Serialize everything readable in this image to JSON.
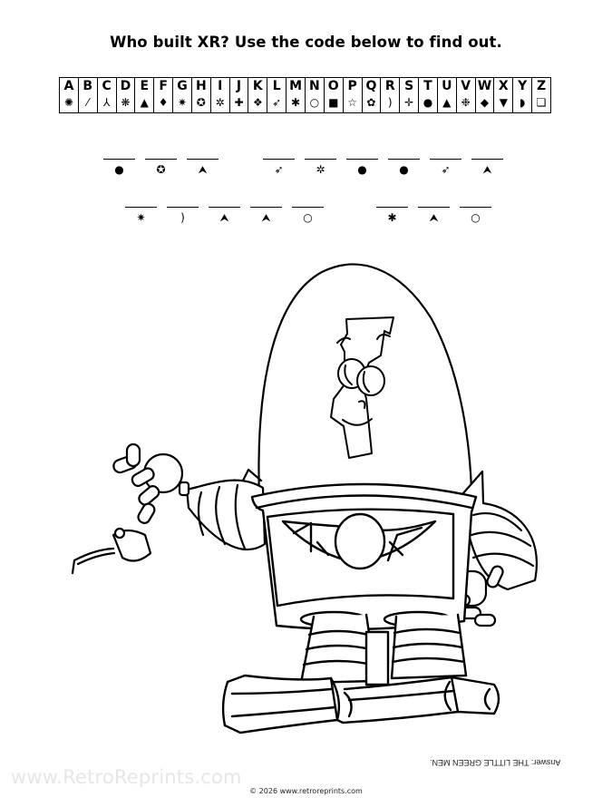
{
  "title": "Who built XR? Use the code below to find out.",
  "code_key": [
    {
      "letter": "A",
      "symbol": "✺",
      "icon": "sunburst-icon"
    },
    {
      "letter": "B",
      "symbol": "⁄",
      "icon": "planet-streak-icon"
    },
    {
      "letter": "C",
      "symbol": "⅄",
      "icon": "tripod-icon"
    },
    {
      "letter": "D",
      "symbol": "❋",
      "icon": "snowflake-asterisk-icon"
    },
    {
      "letter": "E",
      "symbol": "▲",
      "icon": "arrowhead-icon"
    },
    {
      "letter": "F",
      "symbol": "♦",
      "icon": "rhombus-icon"
    },
    {
      "letter": "G",
      "symbol": "✷",
      "icon": "eight-point-star-icon"
    },
    {
      "letter": "H",
      "symbol": "✪",
      "icon": "circled-star-icon"
    },
    {
      "letter": "I",
      "symbol": "✲",
      "icon": "open-asterisk-icon"
    },
    {
      "letter": "J",
      "symbol": "✚",
      "icon": "cross-icon"
    },
    {
      "letter": "K",
      "symbol": "❖",
      "icon": "four-diamond-icon"
    },
    {
      "letter": "L",
      "symbol": "➶",
      "icon": "rocket-icon"
    },
    {
      "letter": "M",
      "symbol": "✱",
      "icon": "heavy-asterisk-icon"
    },
    {
      "letter": "N",
      "symbol": "○",
      "icon": "open-circle-icon"
    },
    {
      "letter": "O",
      "symbol": "■",
      "icon": "filled-square-icon"
    },
    {
      "letter": "P",
      "symbol": "☆",
      "icon": "outline-star-icon"
    },
    {
      "letter": "Q",
      "symbol": "✿",
      "icon": "gear-flower-icon"
    },
    {
      "letter": "R",
      "symbol": ")",
      "icon": "crescent-icon"
    },
    {
      "letter": "S",
      "symbol": "✛",
      "icon": "thin-cross-icon"
    },
    {
      "letter": "T",
      "symbol": "●",
      "icon": "filled-circle-icon"
    },
    {
      "letter": "U",
      "symbol": "▲",
      "icon": "filled-triangle-icon"
    },
    {
      "letter": "V",
      "symbol": "❉",
      "icon": "snowflake-icon"
    },
    {
      "letter": "W",
      "symbol": "◆",
      "icon": "filled-diamond-icon"
    },
    {
      "letter": "X",
      "symbol": "▼",
      "icon": "down-triangle-icon"
    },
    {
      "letter": "Y",
      "symbol": "◗",
      "icon": "half-circle-icon"
    },
    {
      "letter": "Z",
      "symbol": "❏",
      "icon": "shadowed-square-icon"
    }
  ],
  "puzzle": {
    "row1": [
      {
        "word": [
          {
            "symbol": "●"
          },
          {
            "symbol": "✪"
          },
          {
            "symbol": "⮝"
          }
        ]
      },
      {
        "word": [
          {
            "symbol": "➶"
          },
          {
            "symbol": "✲"
          },
          {
            "symbol": "●"
          },
          {
            "symbol": "●"
          },
          {
            "symbol": "➶"
          },
          {
            "symbol": "⮝"
          }
        ]
      }
    ],
    "row2": [
      {
        "word": [
          {
            "symbol": "✷"
          },
          {
            "symbol": ")"
          },
          {
            "symbol": "⮝"
          },
          {
            "symbol": "⮝"
          },
          {
            "symbol": "○"
          }
        ]
      },
      {
        "word": [
          {
            "symbol": "✱"
          },
          {
            "symbol": "⮝"
          },
          {
            "symbol": "○"
          }
        ]
      }
    ]
  },
  "footer": {
    "watermark": "www.RetroReprints.com",
    "copyright": "© 2026 www.retroreprints.com",
    "answer": "Answer: THE LITTLE GREEN MEN."
  }
}
